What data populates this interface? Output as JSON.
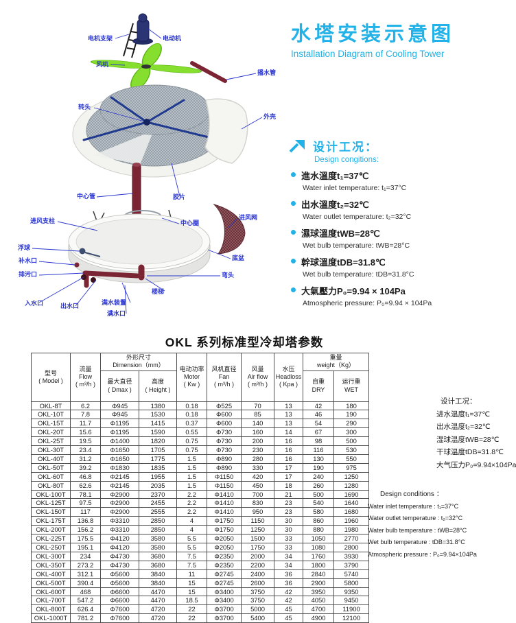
{
  "header": {
    "title_zh": "水塔安装示意图",
    "title_en": "Installation Diagram of Cooling Tower"
  },
  "colors": {
    "accent_cyan": "#23b2e7",
    "diagram_label_blue": "#2b36cf",
    "pipe_maroon": "#7b2433",
    "fan_green": "#86df2e"
  },
  "diagram": {
    "labels": [
      {
        "text": "电机支架"
      },
      {
        "text": "电动机"
      },
      {
        "text": "风机"
      },
      {
        "text": "播水管"
      },
      {
        "text": "转头"
      },
      {
        "text": "外壳"
      },
      {
        "text": "中心管"
      },
      {
        "text": "胶片"
      },
      {
        "text": "进风支柱"
      },
      {
        "text": "中心圈"
      },
      {
        "text": "进风网"
      },
      {
        "text": "浮球"
      },
      {
        "text": "补水口"
      },
      {
        "text": "底盆"
      },
      {
        "text": "排污口"
      },
      {
        "text": "弯头"
      },
      {
        "text": "楼梯"
      },
      {
        "text": "入水口"
      },
      {
        "text": "出水口"
      },
      {
        "text": "满水装置"
      },
      {
        "text": "满水口"
      }
    ]
  },
  "design_conditions": {
    "heading_zh": "设计工况：",
    "heading_en": "Design congitions:",
    "items": [
      {
        "zh": "進水溫度t₁=37℃",
        "en": "Water inlet temperature:  t₁=37°C"
      },
      {
        "zh": "出水溫度t₂=32℃",
        "en": "Water outlet temperature:  t₂=32°C"
      },
      {
        "zh": "濕球溫度tWB=28℃",
        "en": "Wet bulb temperature:  tWB=28°C"
      },
      {
        "zh": "幹球溫度tDB=31.8℃",
        "en": "Wet bulb temperature:  tDB=31.8°C"
      },
      {
        "zh": "大氣壓力P₀=9.94 × 104Pa",
        "en": "Atmospheric pressure:  P₀=9.94 × 104Pa"
      }
    ]
  },
  "table": {
    "title": "OKL 系列标准型冷却塔参数",
    "headers": {
      "model": "型号\n( Model )",
      "flow": "流量\nFlow\n( m³/h )",
      "dimension": "外形尺寸\nDimension（mm）",
      "dmax": "最大直径\n( Dmax )",
      "height": "高度\n( Height )",
      "motor": "电动功率\nMotor\n( Kw )",
      "fan": "风机直径\nFan\n( m³/h )",
      "airflow": "风量\nAir flow\n( m³/h )",
      "headloss": "水压\nHeadloss\n( Kpa )",
      "weight": "重量\nweight（Kg）",
      "dry": "自重\nDRY",
      "wet": "运行重\nWET"
    },
    "rows": [
      [
        "OKL-8T",
        "6.2",
        "Φ945",
        "1380",
        "0.18",
        "Φ525",
        "70",
        "13",
        "42",
        "180"
      ],
      [
        "OKL-10T",
        "7.8",
        "Φ945",
        "1530",
        "0.18",
        "Φ600",
        "85",
        "13",
        "46",
        "190"
      ],
      [
        "OKL-15T",
        "11.7",
        "Φ1195",
        "1415",
        "0.37",
        "Φ600",
        "140",
        "13",
        "54",
        "290"
      ],
      [
        "OKL-20T",
        "15.6",
        "Φ1195",
        "1590",
        "0.55",
        "Φ730",
        "160",
        "14",
        "67",
        "300"
      ],
      [
        "OKL-25T",
        "19.5",
        "Φ1400",
        "1820",
        "0.75",
        "Φ730",
        "200",
        "16",
        "98",
        "500"
      ],
      [
        "OKL-30T",
        "23.4",
        "Φ1650",
        "1705",
        "0.75",
        "Φ730",
        "230",
        "16",
        "116",
        "530"
      ],
      [
        "OKL-40T",
        "31.2",
        "Φ1650",
        "1775",
        "1.5",
        "Φ890",
        "280",
        "16",
        "130",
        "550"
      ],
      [
        "OKL-50T",
        "39.2",
        "Φ1830",
        "1835",
        "1.5",
        "Φ890",
        "330",
        "17",
        "190",
        "975"
      ],
      [
        "OKL-60T",
        "46.8",
        "Φ2145",
        "1955",
        "1.5",
        "Φ1150",
        "420",
        "17",
        "240",
        "1250"
      ],
      [
        "OKL-80T",
        "62.6",
        "Φ2145",
        "2035",
        "1.5",
        "Φ1150",
        "450",
        "18",
        "260",
        "1280"
      ],
      [
        "OKL-100T",
        "78.1",
        "Φ2900",
        "2370",
        "2.2",
        "Φ1410",
        "700",
        "21",
        "500",
        "1690"
      ],
      [
        "OKL-125T",
        "97.5",
        "Φ2900",
        "2455",
        "2.2",
        "Φ1410",
        "830",
        "23",
        "540",
        "1640"
      ],
      [
        "OKL-150T",
        "117",
        "Φ2900",
        "2555",
        "2.2",
        "Φ1410",
        "950",
        "23",
        "580",
        "1680"
      ],
      [
        "OKL-175T",
        "136.8",
        "Φ3310",
        "2850",
        "4",
        "Φ1750",
        "1150",
        "30",
        "860",
        "1960"
      ],
      [
        "OKL-200T",
        "156.2",
        "Φ3310",
        "2850",
        "4",
        "Φ1750",
        "1250",
        "30",
        "880",
        "1980"
      ],
      [
        "OKL-225T",
        "175.5",
        "Φ4120",
        "3580",
        "5.5",
        "Φ2050",
        "1500",
        "33",
        "1050",
        "2770"
      ],
      [
        "OKL-250T",
        "195.1",
        "Φ4120",
        "3580",
        "5.5",
        "Φ2050",
        "1750",
        "33",
        "1080",
        "2800"
      ],
      [
        "OKL-300T",
        "234",
        "Φ4730",
        "3680",
        "7.5",
        "Φ2350",
        "2000",
        "34",
        "1760",
        "3930"
      ],
      [
        "OKL-350T",
        "273.2",
        "Φ4730",
        "3680",
        "7.5",
        "Φ2350",
        "2200",
        "34",
        "1800",
        "3790"
      ],
      [
        "OKL-400T",
        "312.1",
        "Φ5600",
        "3840",
        "11",
        "Φ2745",
        "2400",
        "36",
        "2840",
        "5740"
      ],
      [
        "OKL-500T",
        "390.4",
        "Φ5600",
        "3840",
        "15",
        "Φ2745",
        "2600",
        "36",
        "2900",
        "5800"
      ],
      [
        "OKL-600T",
        "468",
        "Φ6600",
        "4470",
        "15",
        "Φ3400",
        "3750",
        "42",
        "3950",
        "9350"
      ],
      [
        "OKL-700T",
        "547.2",
        "Φ6600",
        "4470",
        "18.5",
        "Φ3400",
        "3750",
        "42",
        "4050",
        "9450"
      ],
      [
        "OKL-800T",
        "626.4",
        "Φ7600",
        "4720",
        "22",
        "Φ3700",
        "5000",
        "45",
        "4700",
        "11900"
      ],
      [
        "OKL-1000T",
        "781.2",
        "Φ7600",
        "4720",
        "22",
        "Φ3700",
        "5400",
        "45",
        "4900",
        "12100"
      ]
    ]
  },
  "notes": {
    "zh": [
      "设计工况：",
      "进水温度t₁=37℃",
      "出水温度t₂=32℃",
      "湿球温度tWB=28℃",
      "干球温度tDB=31.8℃",
      "大气压力P₀=9.94×104Pa"
    ],
    "en": [
      "Design conditions ：",
      "Water inlet temperature : t₁=37°C",
      "Water outlet temperature : t₂=32°C",
      "Water bulb temperature : tWB=28°C",
      "Wet bulb temperature : tDB=31.8°C",
      "Atmospheric pressure : P₀=9.94×104Pa"
    ]
  }
}
